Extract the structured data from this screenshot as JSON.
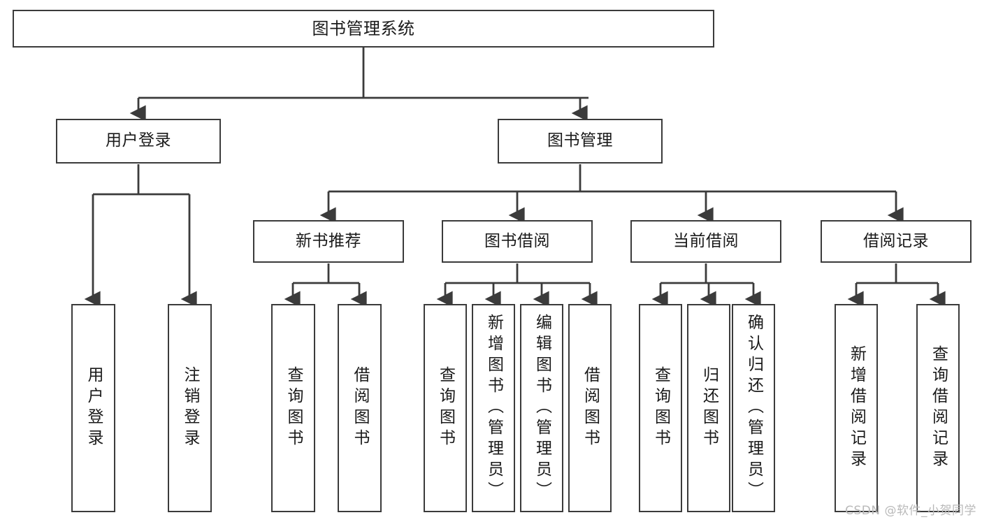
{
  "diagram": {
    "title": "图书管理系统",
    "type": "tree-hierarchy-chart",
    "line_color": "#3b3b3b",
    "box_fill": "#ffffff",
    "text_color": "#1a1a1a"
  },
  "nodes": {
    "root": {
      "label": "图书管理系统"
    },
    "level2": [
      {
        "id": "user-login",
        "label": "用户登录"
      },
      {
        "id": "book-manage",
        "label": "图书管理"
      }
    ],
    "level3": [
      {
        "id": "new-book-recommend",
        "label": "新书推荐"
      },
      {
        "id": "book-borrow",
        "label": "图书借阅"
      },
      {
        "id": "current-borrow",
        "label": "当前借阅"
      },
      {
        "id": "borrow-record",
        "label": "借阅记录"
      }
    ],
    "leaves": {
      "user_login": [
        {
          "id": "leaf-user-login",
          "label": "用户登录"
        },
        {
          "id": "leaf-logout-login",
          "label": "注销登录"
        }
      ],
      "new_book_recommend": [
        {
          "id": "leaf-query-book-1",
          "label": "查询图书"
        },
        {
          "id": "leaf-borrow-book-1",
          "label": "借阅图书"
        }
      ],
      "book_borrow": [
        {
          "id": "leaf-query-book-2",
          "label": "查询图书"
        },
        {
          "id": "leaf-add-book",
          "label": "新增图书（管理员）"
        },
        {
          "id": "leaf-edit-book",
          "label": "编辑图书（管理员）"
        },
        {
          "id": "leaf-borrow-book-2",
          "label": "借阅图书"
        }
      ],
      "current_borrow": [
        {
          "id": "leaf-query-book-3",
          "label": "查询图书"
        },
        {
          "id": "leaf-return-book",
          "label": "归还图书"
        },
        {
          "id": "leaf-confirm-return",
          "label": "确认归还（管理员）"
        }
      ],
      "borrow_record": [
        {
          "id": "leaf-add-record",
          "label": "新增借阅记录"
        },
        {
          "id": "leaf-query-record",
          "label": "查询借阅记录"
        }
      ]
    }
  },
  "watermark": {
    "text": "CSDN @软件_小贺同学"
  }
}
